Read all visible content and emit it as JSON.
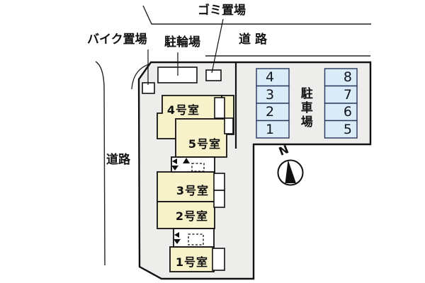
{
  "diagram": {
    "title_hint": "site plan",
    "areas": {
      "garbage_label": "ゴミ置場",
      "bike_label": "バイク置場",
      "bicycle_label": "駐輪場",
      "road_top_label": "道路",
      "road_left_label": "道路",
      "parking_label": "駐車場",
      "north_label": "N"
    },
    "rooms": [
      {
        "label": "4号室"
      },
      {
        "label": "5号室"
      },
      {
        "label": "3号室"
      },
      {
        "label": "2号室"
      },
      {
        "label": "1号室"
      }
    ],
    "parking_spaces": {
      "left_column": [
        "4",
        "3",
        "2",
        "1"
      ],
      "right_column": [
        "8",
        "7",
        "6",
        "5"
      ]
    },
    "colors": {
      "site_fill": "#ededeb",
      "building_fill": "#f8f2cb",
      "parking_cell_fill": "#d9ecf8",
      "parking_cell_border": "#27355c",
      "line": "#141414"
    }
  }
}
